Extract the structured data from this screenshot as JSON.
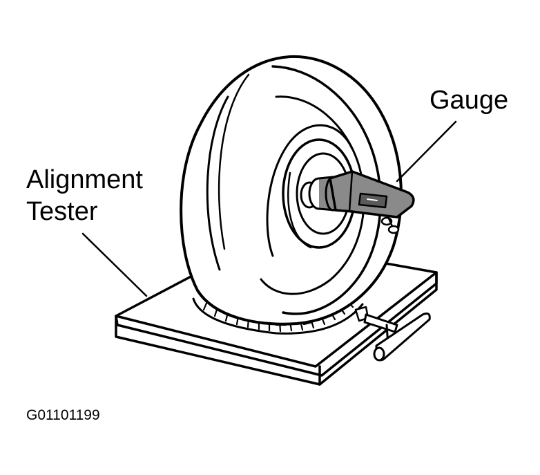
{
  "labels": {
    "gauge": "Gauge",
    "alignment_tester_line1": "Alignment",
    "alignment_tester_line2": "Tester",
    "figure_id": "G01101199"
  },
  "colors": {
    "ink": "#000000",
    "paper": "#ffffff",
    "gauge_fill": "#8a8a8a",
    "gauge_dark": "#5a5a5a"
  },
  "icons": {
    "tire": "tire-icon",
    "gauge": "gauge-icon",
    "plate": "alignment-plate-icon",
    "protractor": "protractor-scale-icon",
    "clamp": "clamp-handle-icon"
  }
}
